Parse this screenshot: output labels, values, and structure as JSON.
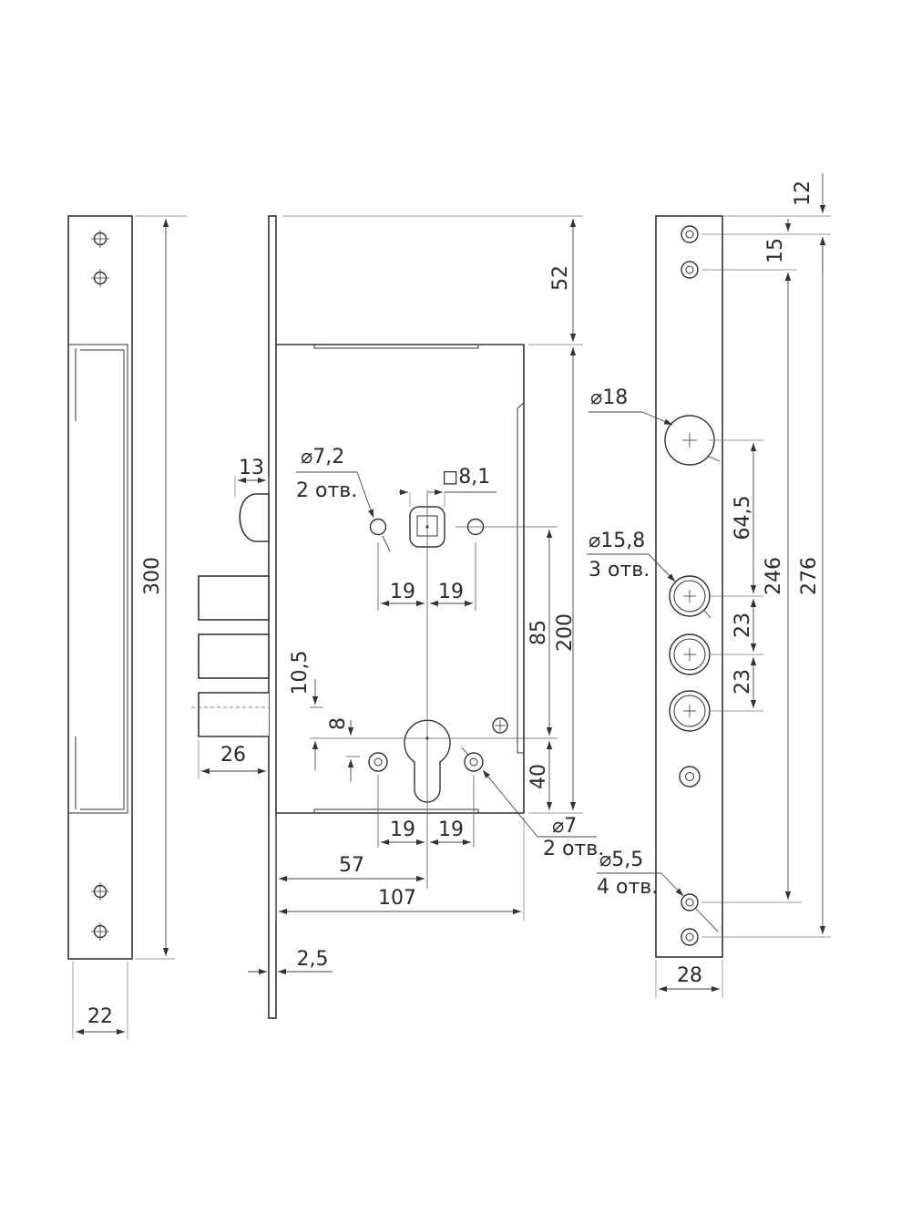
{
  "dimensions": {
    "faceplate_length": "300",
    "faceplate_width": "22",
    "top_offset": "52",
    "deadbolt_width": "13",
    "spindle_hole_dia": "⌀7,2",
    "holes_2": "2 отв.",
    "square_spindle": "◻8,1",
    "spindle_left_spacing": "19",
    "spindle_right_spacing": "19",
    "center_distance": "85",
    "case_height": "200",
    "latch_offset": "10,5",
    "cylinder_offset": "8",
    "bolt_projection": "26",
    "bottom_offset": "40",
    "cyl_left_spacing": "19",
    "cyl_right_spacing": "19",
    "cyl_hole_dia": "⌀7",
    "cyl_holes": "2 отв.",
    "backset": "57",
    "case_width": "107",
    "plate_thickness": "2,5",
    "strike_top_gap": "12",
    "strike_hole_spacing": "15",
    "big_hole_dia": "⌀18",
    "bolt_holes_dia": "⌀15,8",
    "bolt_holes_count": "3 отв.",
    "big_to_bolt": "64,5",
    "span_246": "246",
    "span_276": "276",
    "bolt_spacing_1": "23",
    "bolt_spacing_2": "23",
    "screw_holes_dia": "⌀5,5",
    "screw_holes_count": "4 отв.",
    "strike_width": "28"
  }
}
